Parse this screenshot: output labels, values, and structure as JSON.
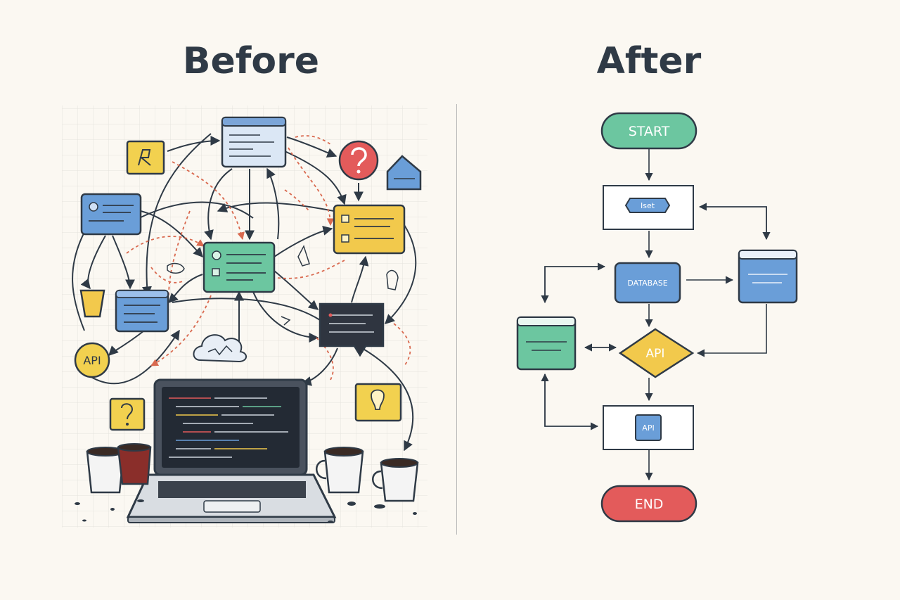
{
  "titles": {
    "before": "Before",
    "after": "After"
  },
  "before_labels": {
    "api_badge": "API"
  },
  "after_flow": {
    "start": "START",
    "step1": "Iset",
    "database": "DATABASE",
    "api_decision": "API",
    "api_step": "API",
    "end": "END"
  },
  "colors": {
    "background": "#fbf8f2",
    "text": "#2f3a46",
    "green": "#6cc6a0",
    "blue": "#6a9ed8",
    "yellow": "#f2c94c",
    "red": "#e35b5b",
    "dark": "#2f3540"
  }
}
